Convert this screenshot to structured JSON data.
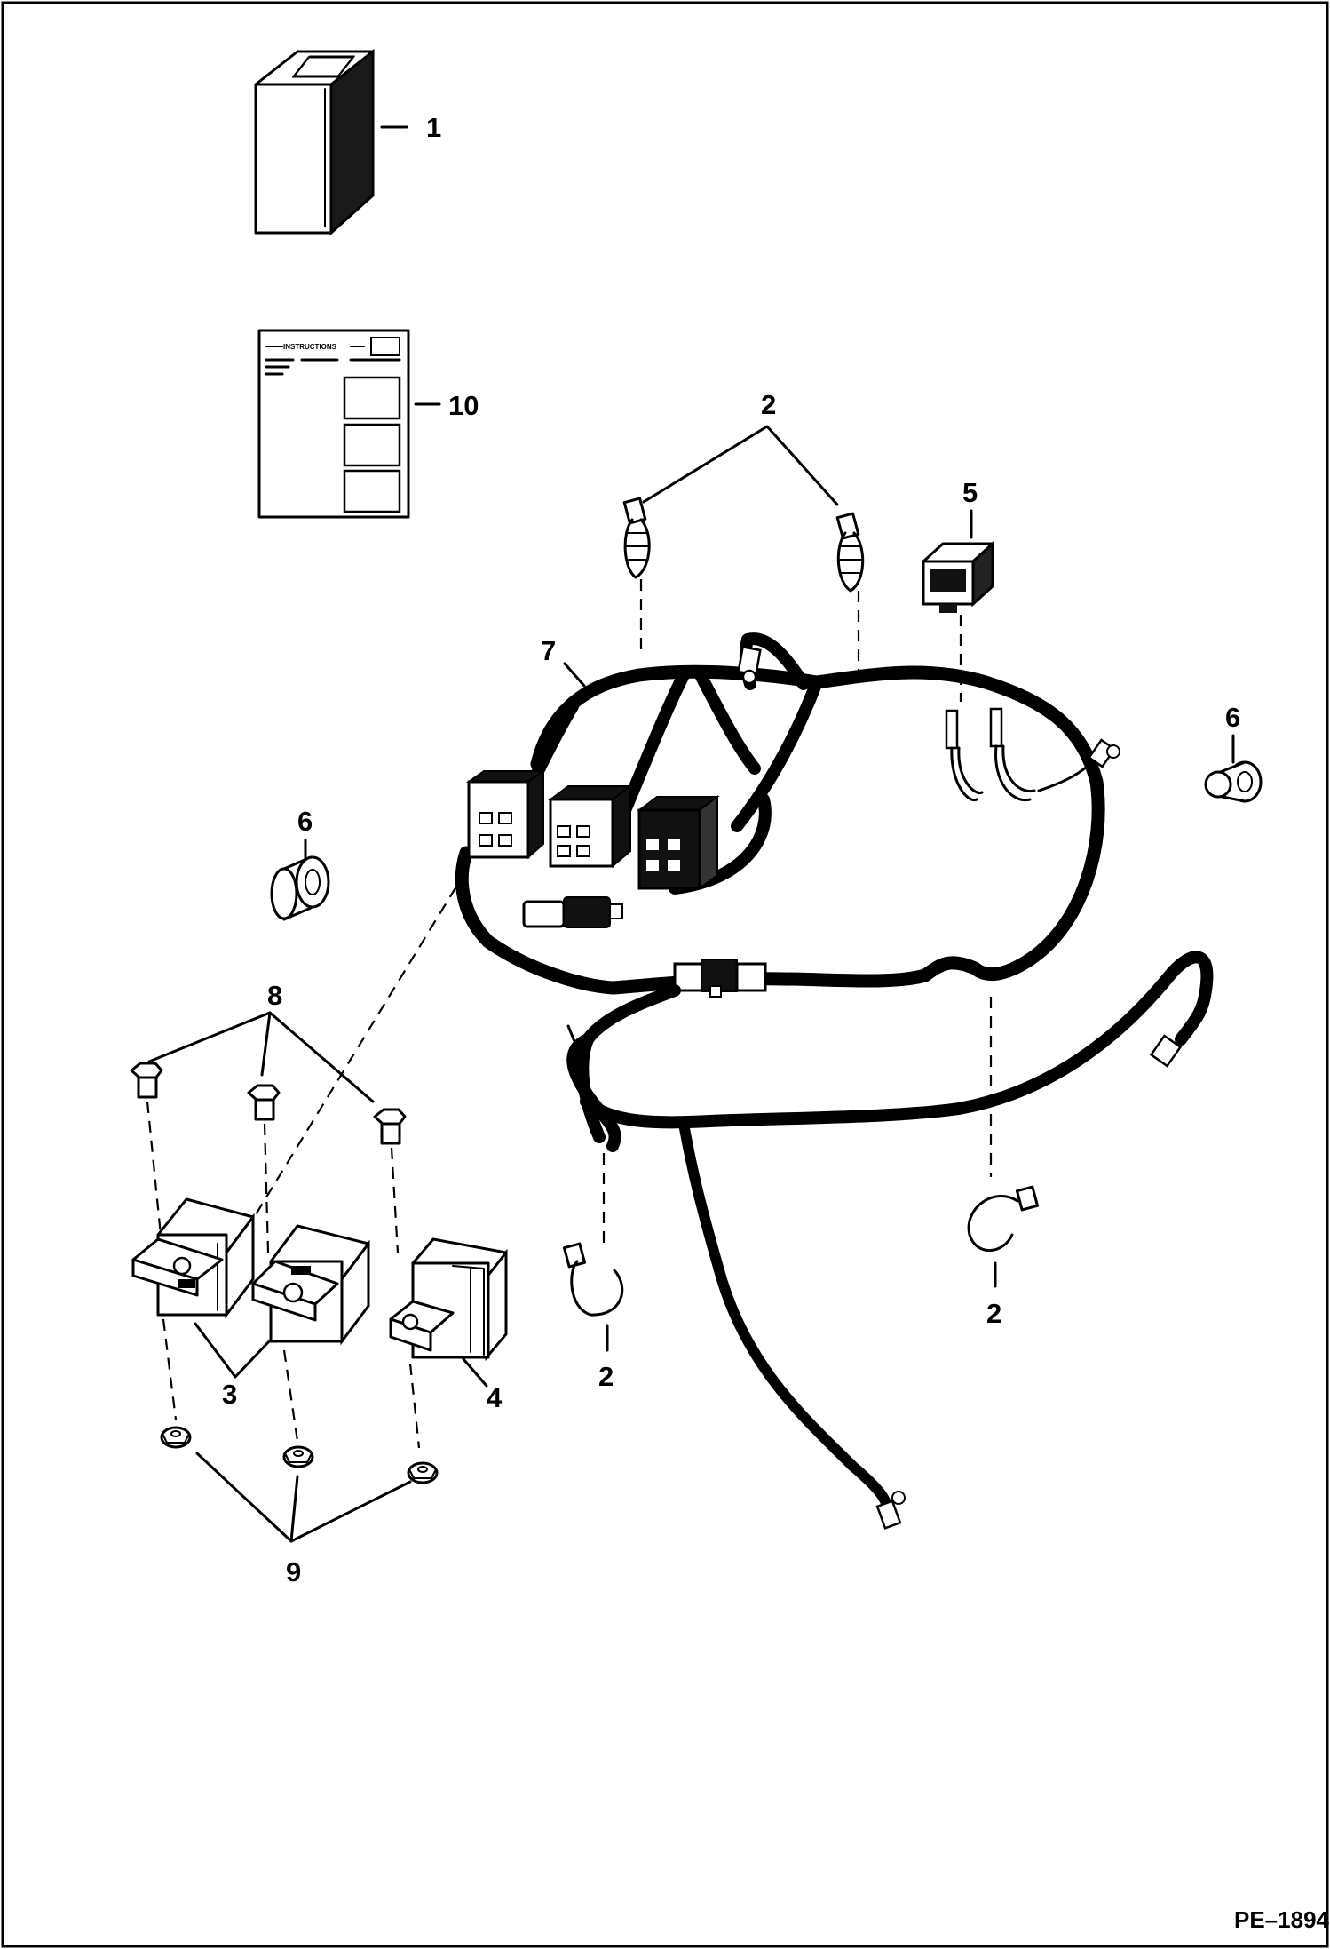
{
  "diagram_code": "PE–1894",
  "instruction_sheet_header": "INSTRUCTIONS",
  "callouts": {
    "c1": "1",
    "c2": "2",
    "c3": "3",
    "c4": "4",
    "c5": "5",
    "c6": "6",
    "c7": "7",
    "c8": "8",
    "c9": "9",
    "c10": "10"
  }
}
